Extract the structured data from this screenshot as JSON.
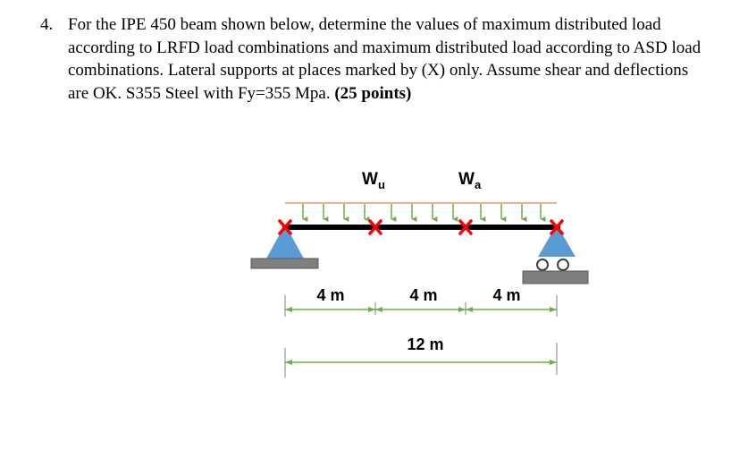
{
  "question": {
    "number": "4.",
    "text": "For the IPE 450 beam shown below, determine the values of maximum distributed load according to LRFD load combinations and maximum distributed load according to ASD load combinations. Lateral supports at places marked by (X) only. Assume shear and deflections are OK. S355 Steel with Fy=355 Mpa.",
    "points": "(25 points)"
  },
  "diagram": {
    "load_labels": [
      {
        "main": "W",
        "sub": "u"
      },
      {
        "main": "W",
        "sub": "a"
      }
    ],
    "span_labels": [
      "4 m",
      "4 m",
      "4 m"
    ],
    "total_label": "12 m",
    "colors": {
      "beam": "#000000",
      "load_line": "#f0b183",
      "load_arrow": "#70ad47",
      "support": "#5b9bd5",
      "ground": "#7f7f7f",
      "lateral_mark": "#ff0000",
      "dimension": "#70ad47"
    }
  }
}
